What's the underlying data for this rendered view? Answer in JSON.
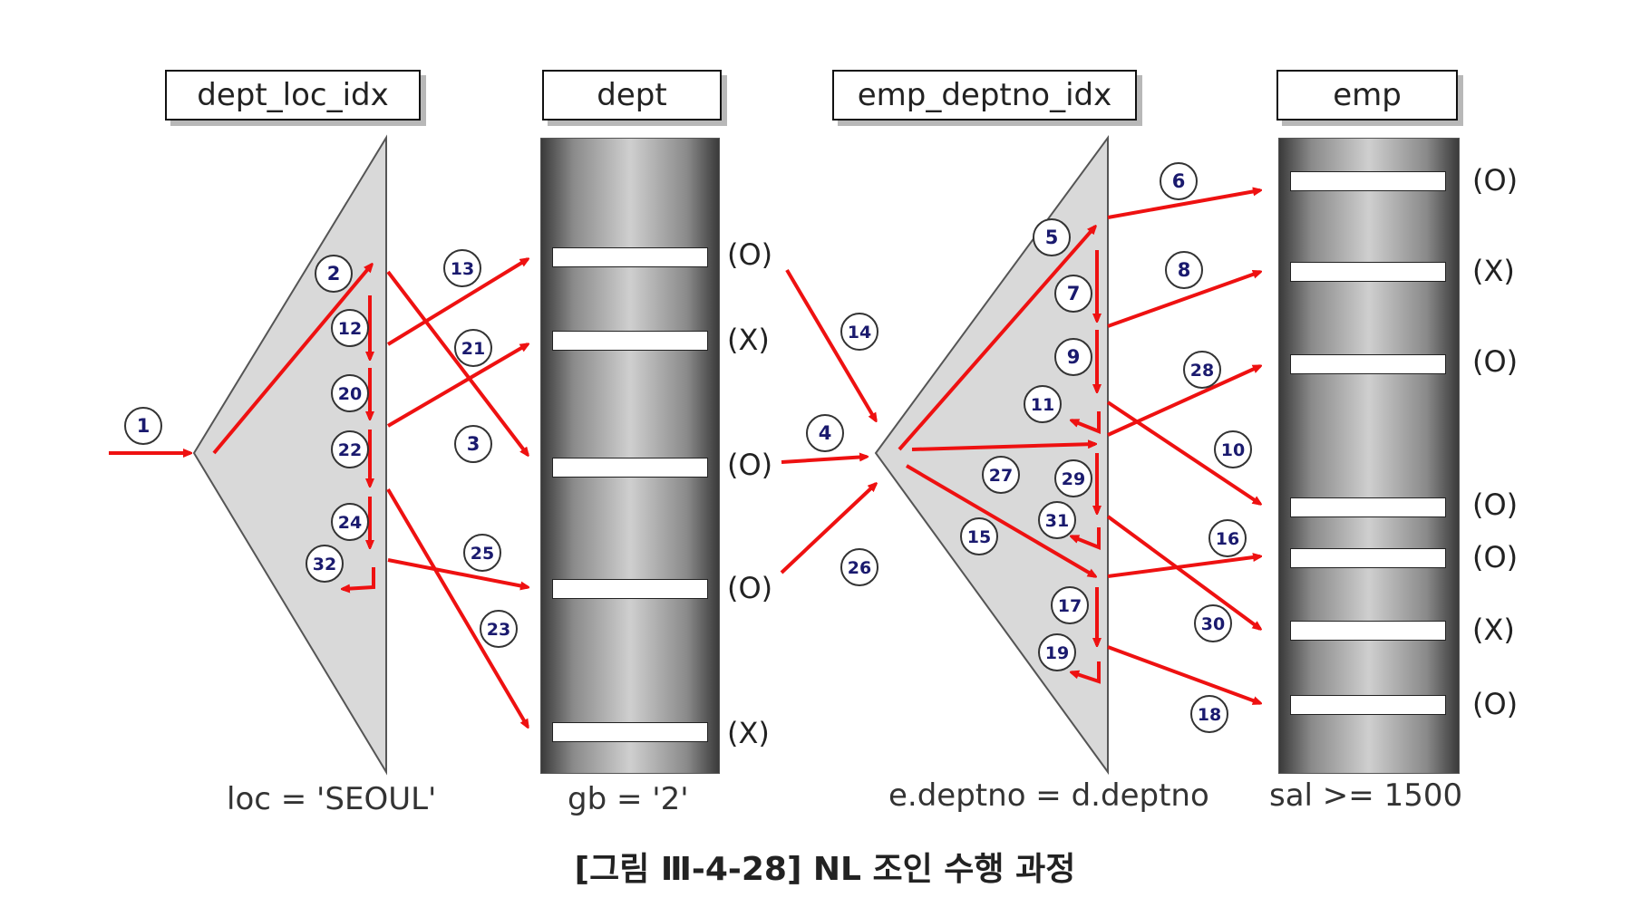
{
  "headers": {
    "dept_loc_idx": "dept_loc_idx",
    "dept": "dept",
    "emp_deptno_idx": "emp_deptno_idx",
    "emp": "emp"
  },
  "conditions": {
    "loc": "loc = 'SEOUL'",
    "gb": "gb = '2'",
    "join": "e.deptno = d.deptno",
    "sal": "sal >= 1500"
  },
  "dept_marks": [
    "(O)",
    "(X)",
    "(O)",
    "(O)",
    "(X)"
  ],
  "emp_marks": [
    "(O)",
    "(X)",
    "(O)",
    "(O)",
    "(O)",
    "(X)",
    "(O)"
  ],
  "step_labels": [
    "1",
    "2",
    "3",
    "4",
    "5",
    "6",
    "7",
    "8",
    "9",
    "10",
    "11",
    "12",
    "13",
    "14",
    "15",
    "16",
    "17",
    "18",
    "19",
    "20",
    "21",
    "22",
    "23",
    "24",
    "25",
    "26",
    "27",
    "28",
    "29",
    "30",
    "31",
    "32"
  ],
  "caption": "[그림 Ⅲ-4-28] NL 조인 수행 과정",
  "colors": {
    "arrow": "#ee1111",
    "index_fill": "#d9d9d9",
    "badge_text": "#1a1a6e"
  }
}
